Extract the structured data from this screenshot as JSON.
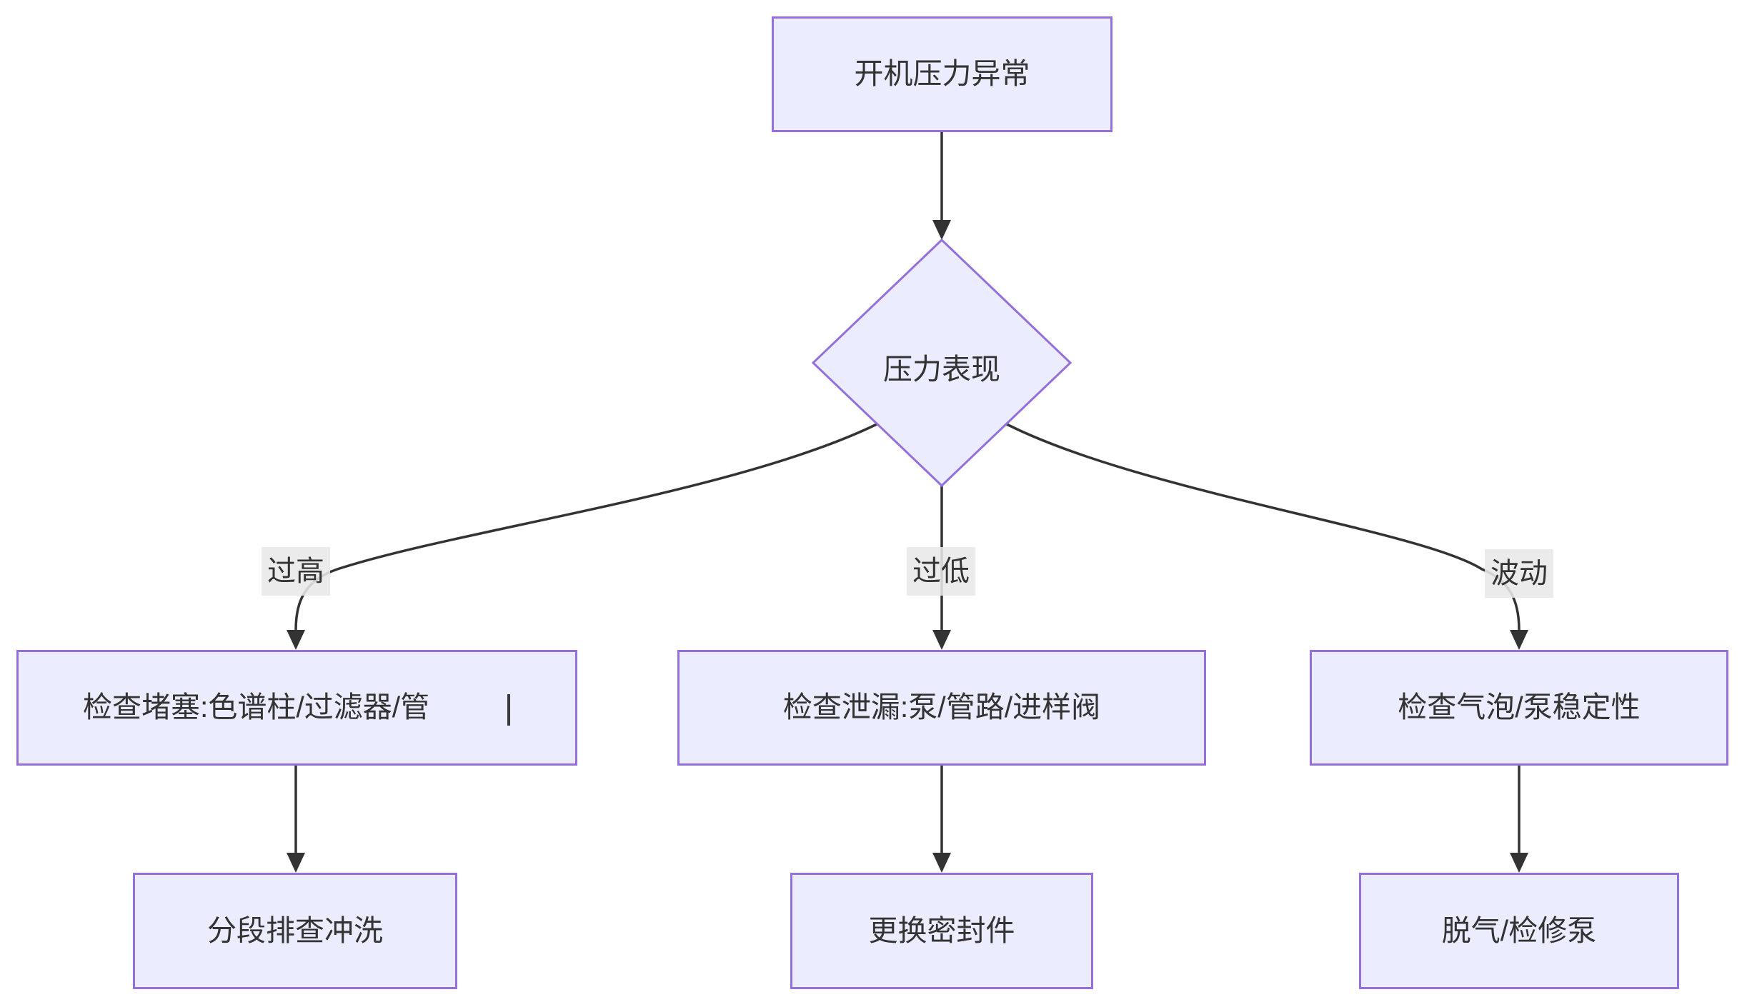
{
  "diagram": {
    "type": "flowchart",
    "direction": "top-down",
    "background": "#ffffff",
    "palette": {
      "node_fill": "#ECECFF",
      "node_border": "#9370DB",
      "edge_line": "#333333",
      "text": "#333333",
      "edge_label_bg": "#e8e8e8"
    },
    "nodes": {
      "start": {
        "shape": "rectangle",
        "label": "开机压力异常"
      },
      "decision": {
        "shape": "diamond",
        "label": "压力表现"
      },
      "check_clog": {
        "shape": "rectangle",
        "label": "检查堵塞:色谱柱/过滤器/管"
      },
      "check_leak": {
        "shape": "rectangle",
        "label": "检查泄漏:泵/管路/进样阀"
      },
      "check_bubble": {
        "shape": "rectangle",
        "label": "检查气泡/泵稳定性"
      },
      "flush": {
        "shape": "rectangle",
        "label": "分段排查冲洗"
      },
      "seal": {
        "shape": "rectangle",
        "label": "更换密封件"
      },
      "degas": {
        "shape": "rectangle",
        "label": "脱气/检修泵"
      }
    },
    "edges": [
      {
        "from": "start",
        "to": "decision",
        "label": ""
      },
      {
        "from": "decision",
        "to": "check_clog",
        "label": "过高"
      },
      {
        "from": "decision",
        "to": "check_leak",
        "label": "过低"
      },
      {
        "from": "decision",
        "to": "check_bubble",
        "label": "波动"
      },
      {
        "from": "check_clog",
        "to": "flush",
        "label": ""
      },
      {
        "from": "check_leak",
        "to": "seal",
        "label": ""
      },
      {
        "from": "check_bubble",
        "to": "degas",
        "label": ""
      }
    ]
  }
}
